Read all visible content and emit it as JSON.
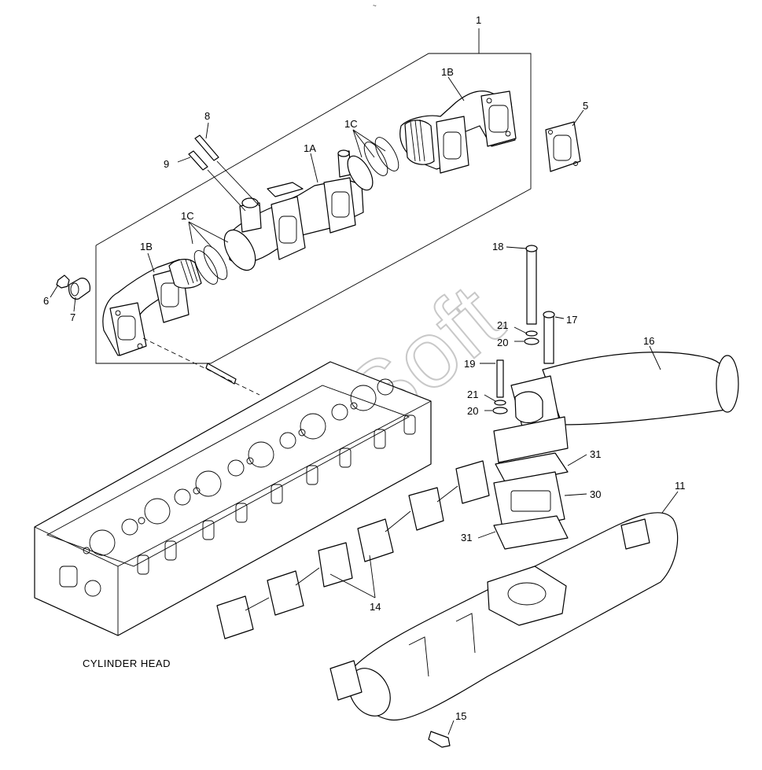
{
  "diagram": {
    "caption": "CYLINDER HEAD",
    "watermark": "Soft",
    "top_mark": "~",
    "callouts": {
      "p1": "1",
      "p1A": "1A",
      "p1B_right": "1B",
      "p1B_left": "1B",
      "p1C_right": "1C",
      "p1C_left": "1C",
      "p5": "5",
      "p6": "6",
      "p7": "7",
      "p8": "8",
      "p9": "9",
      "p11": "11",
      "p14": "14",
      "p15": "15",
      "p16": "16",
      "p17": "17",
      "p18": "18",
      "p19": "19",
      "p20_upper": "20",
      "p20_lower": "20",
      "p21_upper": "21",
      "p21_lower": "21",
      "p30": "30",
      "p31_upper": "31",
      "p31_lower": "31"
    }
  }
}
